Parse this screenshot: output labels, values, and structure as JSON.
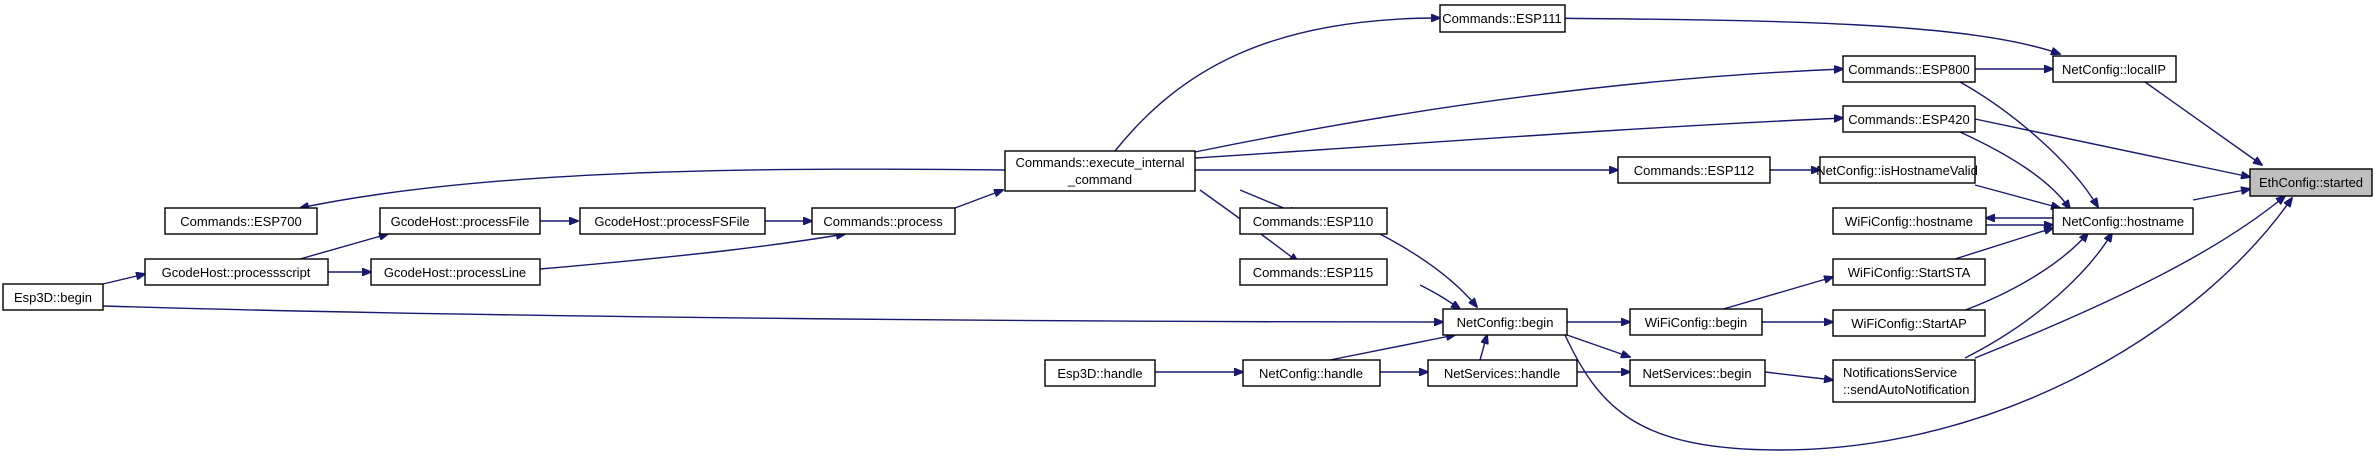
{
  "nodes": {
    "eth_started": "EthConfig::started",
    "localip": "NetConfig::localIP",
    "hostname": "NetConfig::hostname",
    "esp111": "Commands::ESP111",
    "esp800": "Commands::ESP800",
    "esp420": "Commands::ESP420",
    "esp112": "Commands::ESP112",
    "ishostnamevalid": "NetConfig::isHostnameValid",
    "wifi_hostname": "WiFiConfig::hostname",
    "startsta": "WiFiConfig::StartSTA",
    "startap": "WiFiConfig::StartAP",
    "sendauto_line1": "NotificationsService",
    "sendauto_line2": "::sendAutoNotification",
    "exec_line1": "Commands::execute_internal",
    "exec_line2": "_command",
    "esp700": "Commands::ESP700",
    "processfile": "GcodeHost::processFile",
    "processfsfile": "GcodeHost::processFSFile",
    "process": "Commands::process",
    "esp110": "Commands::ESP110",
    "esp115": "Commands::ESP115",
    "processscript": "GcodeHost::processscript",
    "processline": "GcodeHost::processLine",
    "esp3d_begin": "Esp3D::begin",
    "netconfig_begin": "NetConfig::begin",
    "wificonfig_begin": "WiFiConfig::begin",
    "netservices_begin": "NetServices::begin",
    "esp3d_handle": "Esp3D::handle",
    "netconfig_handle": "NetConfig::handle",
    "netservices_handle": "NetServices::handle"
  },
  "edge_color": "#191970",
  "highlight_fill": "#bfbfbf"
}
